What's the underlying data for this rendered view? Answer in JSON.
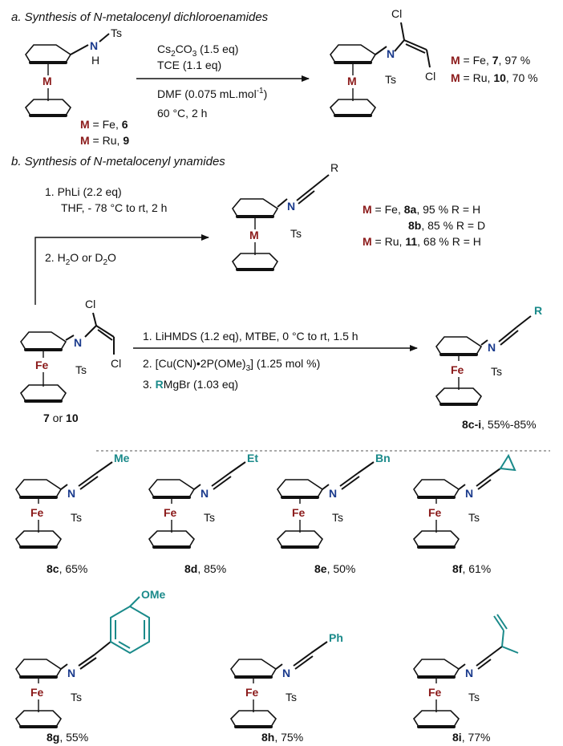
{
  "section_a": {
    "title": "a. Synthesis of N-metalocenyl dichloroenamides",
    "sm_labels": {
      "line1_m": "M",
      "line1_rest": " = Fe, ",
      "line1_num": "6",
      "line2_m": "M",
      "line2_rest": " = Ru, ",
      "line2_num": "9"
    },
    "reagents": {
      "r1": "Cs",
      "r1_sub": "2",
      "r1_b": "CO",
      "r1_sub2": "3",
      "r1_c": " (1.5 eq)",
      "r2": "TCE (1.1 eq)",
      "r3": "DMF (0.075 mL.mol",
      "r3_sup": "-1",
      "r3_end": ")",
      "r4": "60 °C, 2 h"
    },
    "products": {
      "p1_m": "M",
      "p1_rest": " = Fe, ",
      "p1_num": "7",
      "p1_yield": ", 97 %",
      "p2_m": "M",
      "p2_rest": " = Ru, ",
      "p2_num": "10",
      "p2_yield": ", 70 %"
    }
  },
  "section_b": {
    "title": "b. Synthesis of N-metalocenyl ynamides",
    "step1": {
      "r1": "1. PhLi (2.2 eq)",
      "r2": "THF, - 78 °C to rt, 2 h",
      "r3": "2. H",
      "r3_sub": "2",
      "r3_b": "O or D",
      "r3_sub2": "2",
      "r3_c": "O"
    },
    "ynamide_results": {
      "l1_m": "M",
      "l1_a": " = Fe, ",
      "l1_num": "8a",
      "l1_b": ", 95 % R = H",
      "l2_num": "8b",
      "l2_b": ", 85 % R = D",
      "l3_m": "M",
      "l3_a": " = Ru, ",
      "l3_num": "11",
      "l3_b": ", 68 % R = H"
    },
    "step2": {
      "r1": "1. LiHMDS (1.2 eq), MTBE, 0 °C to rt, 1.5 h",
      "r2": "2. [Cu(CN)•2P(OMe)",
      "r2_sub": "3",
      "r2_b": "] (1.25 mol %)",
      "r3_a": "3. ",
      "r3_r": "R",
      "r3_b": "MgBr (1.03 eq)"
    },
    "sm_label": {
      "a": "7",
      "b": " or ",
      "c": "10"
    },
    "product_label": {
      "num": "8c-i",
      "yield": ", 55%-85%"
    }
  },
  "atoms": {
    "M": "M",
    "Fe": "Fe",
    "N": "N",
    "H": "H",
    "Ts": "Ts",
    "Cl": "Cl",
    "R": "R"
  },
  "compounds": [
    {
      "num": "8c",
      "yield": ", 65%",
      "substituent": "Me"
    },
    {
      "num": "8d",
      "yield": ", 85%",
      "substituent": "Et"
    },
    {
      "num": "8e",
      "yield": ", 50%",
      "substituent": "Bn"
    },
    {
      "num": "8f",
      "yield": ", 61%",
      "substituent": ""
    },
    {
      "num": "8g",
      "yield": ", 55%",
      "substituent": "OMe"
    },
    {
      "num": "8h",
      "yield": ", 75%",
      "substituent": "Ph"
    },
    {
      "num": "8i",
      "yield": ", 77%",
      "substituent": ""
    }
  ],
  "colors": {
    "metal": "#8b1a1a",
    "nitrogen": "#1a3a8c",
    "substituent": "#1a8a8a"
  }
}
